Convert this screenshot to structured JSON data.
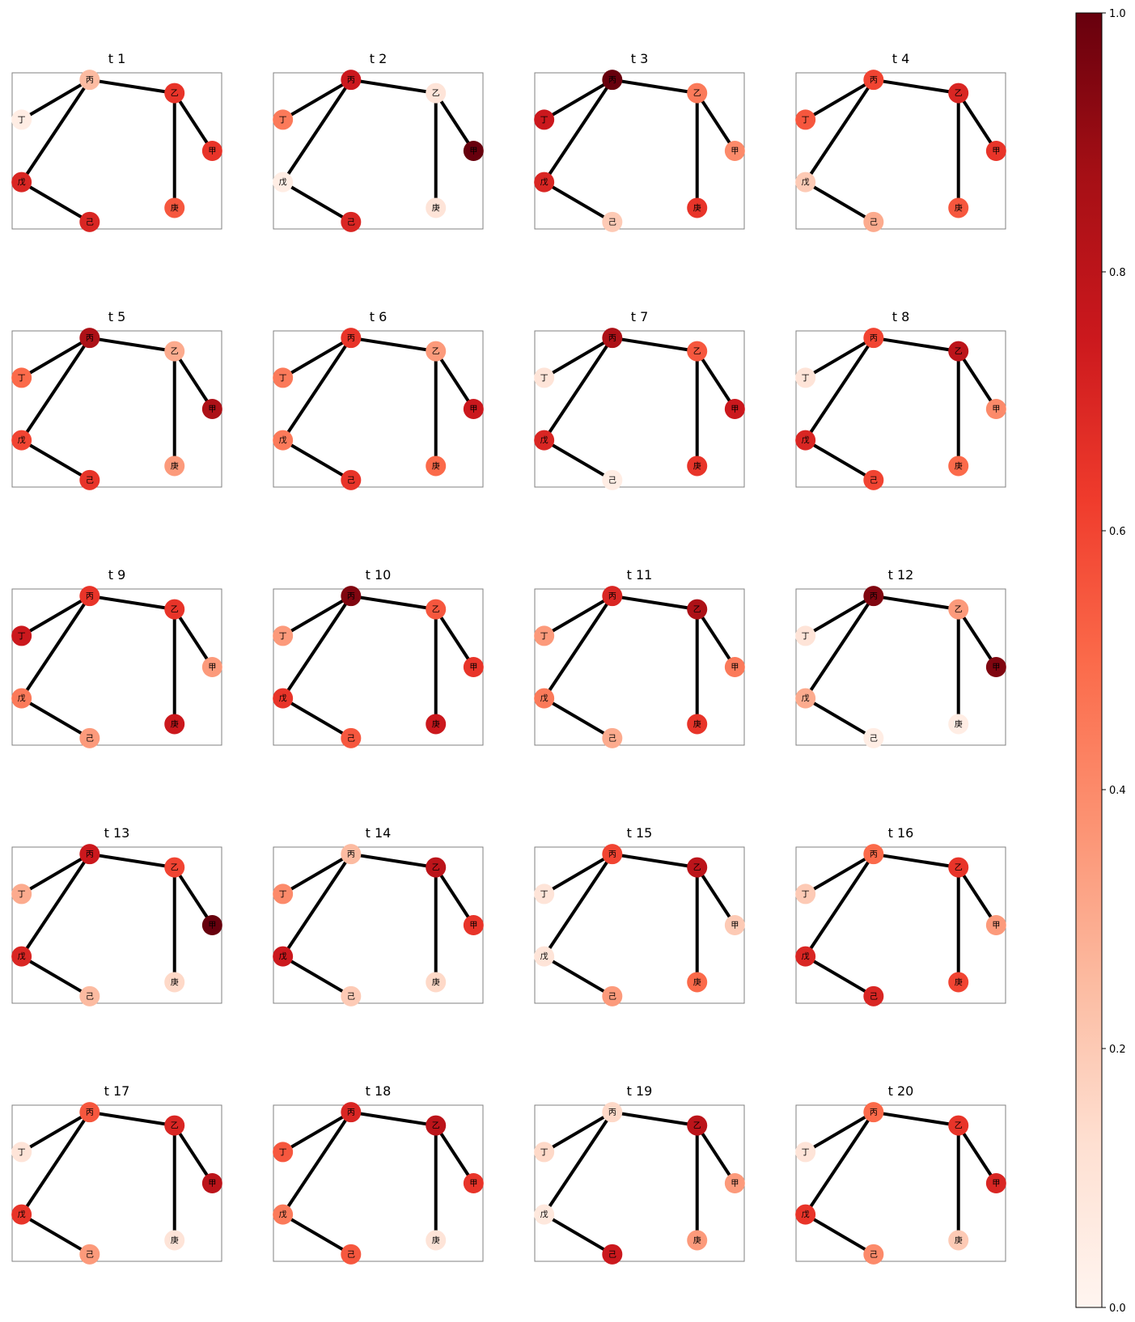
{
  "chart_data": {
    "type": "network",
    "colormap": "Reds",
    "colorbar": {
      "range": [
        0,
        1
      ],
      "ticks": [
        "0.0",
        "0.2",
        "0.4",
        "0.6",
        "0.8",
        "1.0"
      ]
    },
    "nodes": [
      "甲",
      "乙",
      "丙",
      "丁",
      "戊",
      "己",
      "庚"
    ],
    "edges": [
      [
        "丙",
        "丁"
      ],
      [
        "丙",
        "戊"
      ],
      [
        "丙",
        "乙"
      ],
      [
        "乙",
        "甲"
      ],
      [
        "乙",
        "庚"
      ],
      [
        "戊",
        "己"
      ]
    ],
    "panels": [
      {
        "title": "t 1",
        "values": {
          "甲": 0.65,
          "乙": 0.65,
          "丙": 0.25,
          "丁": 0.05,
          "戊": 0.7,
          "己": 0.7,
          "庚": 0.55
        }
      },
      {
        "title": "t 2",
        "values": {
          "甲": 1.0,
          "乙": 0.1,
          "丙": 0.75,
          "丁": 0.45,
          "戊": 0.05,
          "己": 0.7,
          "庚": 0.1
        }
      },
      {
        "title": "t 3",
        "values": {
          "甲": 0.4,
          "乙": 0.45,
          "丙": 1.0,
          "丁": 0.75,
          "戊": 0.7,
          "己": 0.2,
          "庚": 0.65
        }
      },
      {
        "title": "t 4",
        "values": {
          "甲": 0.65,
          "乙": 0.7,
          "丙": 0.6,
          "丁": 0.55,
          "戊": 0.2,
          "己": 0.3,
          "庚": 0.55
        }
      },
      {
        "title": "t 5",
        "values": {
          "甲": 0.85,
          "乙": 0.3,
          "丙": 0.85,
          "丁": 0.5,
          "戊": 0.6,
          "己": 0.65,
          "庚": 0.35
        }
      },
      {
        "title": "t 6",
        "values": {
          "甲": 0.75,
          "乙": 0.35,
          "丙": 0.65,
          "丁": 0.45,
          "戊": 0.45,
          "己": 0.65,
          "庚": 0.5
        }
      },
      {
        "title": "t 7",
        "values": {
          "甲": 0.75,
          "乙": 0.55,
          "丙": 0.85,
          "丁": 0.1,
          "戊": 0.7,
          "己": 0.05,
          "庚": 0.65
        }
      },
      {
        "title": "t 8",
        "values": {
          "甲": 0.4,
          "乙": 0.8,
          "丙": 0.6,
          "丁": 0.1,
          "戊": 0.7,
          "己": 0.6,
          "庚": 0.5
        }
      },
      {
        "title": "t 9",
        "values": {
          "甲": 0.35,
          "乙": 0.65,
          "丙": 0.65,
          "丁": 0.75,
          "戊": 0.45,
          "己": 0.35,
          "庚": 0.75
        }
      },
      {
        "title": "t 10",
        "values": {
          "甲": 0.65,
          "乙": 0.55,
          "丙": 0.95,
          "丁": 0.35,
          "戊": 0.65,
          "己": 0.55,
          "庚": 0.75
        }
      },
      {
        "title": "t 11",
        "values": {
          "甲": 0.45,
          "乙": 0.85,
          "丙": 0.7,
          "丁": 0.35,
          "戊": 0.45,
          "己": 0.3,
          "庚": 0.65
        }
      },
      {
        "title": "t 12",
        "values": {
          "甲": 0.95,
          "乙": 0.35,
          "丙": 0.95,
          "丁": 0.1,
          "戊": 0.3,
          "己": 0.05,
          "庚": 0.05
        }
      },
      {
        "title": "t 13",
        "values": {
          "甲": 1.0,
          "乙": 0.6,
          "丙": 0.75,
          "丁": 0.3,
          "戊": 0.7,
          "己": 0.25,
          "庚": 0.15
        }
      },
      {
        "title": "t 14",
        "values": {
          "甲": 0.65,
          "乙": 0.8,
          "丙": 0.25,
          "丁": 0.4,
          "戊": 0.75,
          "己": 0.2,
          "庚": 0.15
        }
      },
      {
        "title": "t 15",
        "values": {
          "甲": 0.2,
          "乙": 0.8,
          "丙": 0.6,
          "丁": 0.1,
          "戊": 0.1,
          "己": 0.35,
          "庚": 0.5
        }
      },
      {
        "title": "t 16",
        "values": {
          "甲": 0.35,
          "乙": 0.65,
          "丙": 0.5,
          "丁": 0.2,
          "戊": 0.7,
          "己": 0.7,
          "庚": 0.6
        }
      },
      {
        "title": "t 17",
        "values": {
          "甲": 0.8,
          "乙": 0.7,
          "丙": 0.55,
          "丁": 0.1,
          "戊": 0.65,
          "己": 0.35,
          "庚": 0.1
        }
      },
      {
        "title": "t 18",
        "values": {
          "甲": 0.65,
          "乙": 0.8,
          "丙": 0.7,
          "丁": 0.55,
          "戊": 0.45,
          "己": 0.55,
          "庚": 0.1
        }
      },
      {
        "title": "t 19",
        "values": {
          "甲": 0.35,
          "乙": 0.8,
          "丙": 0.15,
          "丁": 0.15,
          "戊": 0.08,
          "己": 0.75,
          "庚": 0.35
        }
      },
      {
        "title": "t 20",
        "values": {
          "甲": 0.7,
          "乙": 0.65,
          "丙": 0.5,
          "丁": 0.1,
          "戊": 0.65,
          "己": 0.4,
          "庚": 0.2
        }
      }
    ]
  }
}
